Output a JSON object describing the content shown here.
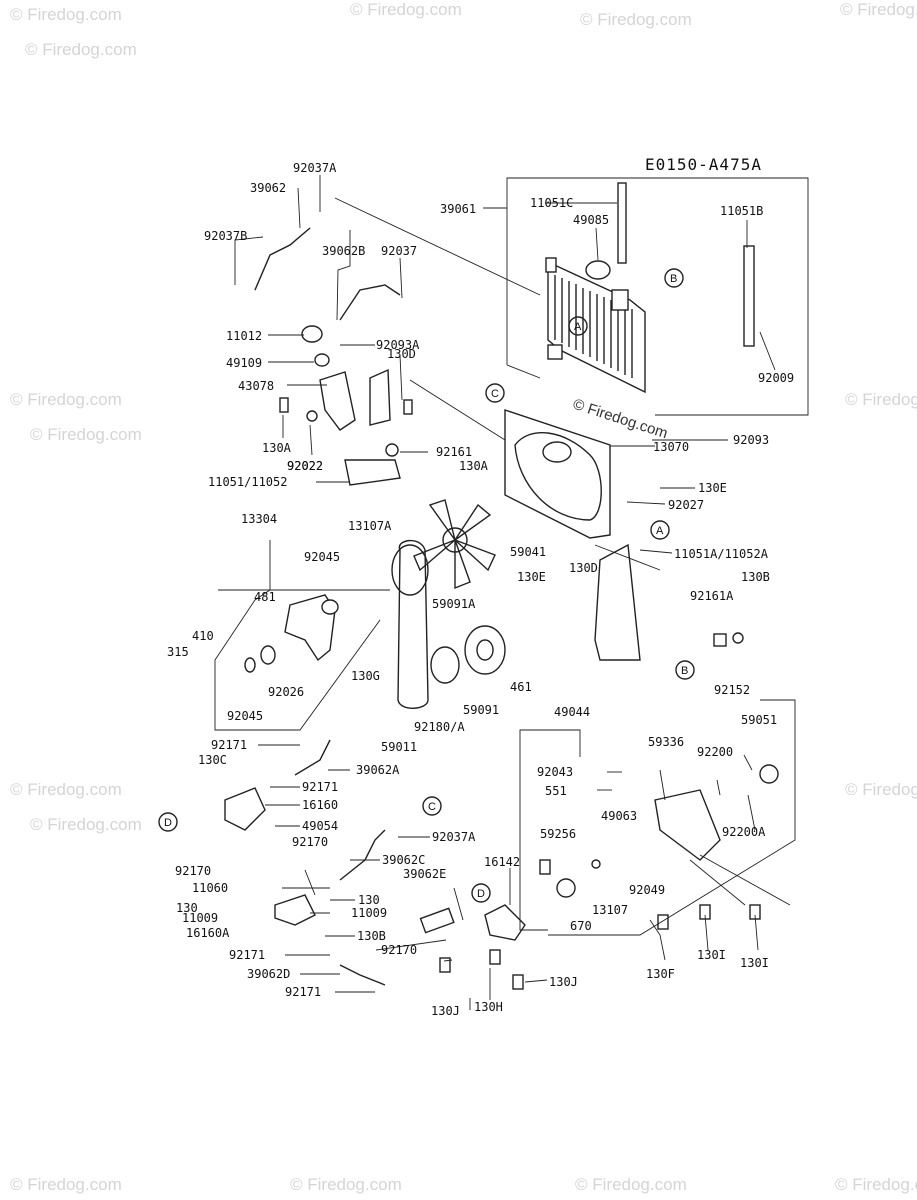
{
  "diagram_code": "E0150-A475A",
  "watermark": "© Firedog.com",
  "watermark_short": "Firedog.com",
  "ref_letters": [
    "A",
    "B",
    "C",
    "D"
  ],
  "parts": [
    "92037A",
    "39062",
    "92037B",
    "39062B",
    "92037",
    "11012",
    "92093A",
    "49109",
    "130D",
    "43078",
    "130A",
    "92022",
    "92161",
    "11051/11052",
    "39061",
    "11051C",
    "49085",
    "11051B",
    "92009",
    "92093",
    "13070",
    "130E",
    "92027",
    "11051A/11052A",
    "13304",
    "13107A",
    "92045",
    "481",
    "410",
    "315",
    "130G",
    "92026",
    "59041",
    "59091A",
    "59091",
    "461",
    "92180/A",
    "59011",
    "130B",
    "92161A",
    "92152",
    "49044",
    "59051",
    "92043",
    "59336",
    "92200",
    "551",
    "49063",
    "92200A",
    "59256",
    "16142",
    "13107",
    "92049",
    "670",
    "130F",
    "130I",
    "130J",
    "130H",
    "92171",
    "130C",
    "39062A",
    "16160",
    "49054",
    "92170",
    "39062C",
    "39062E",
    "11060",
    "130",
    "11009",
    "16160A",
    "39062D"
  ]
}
